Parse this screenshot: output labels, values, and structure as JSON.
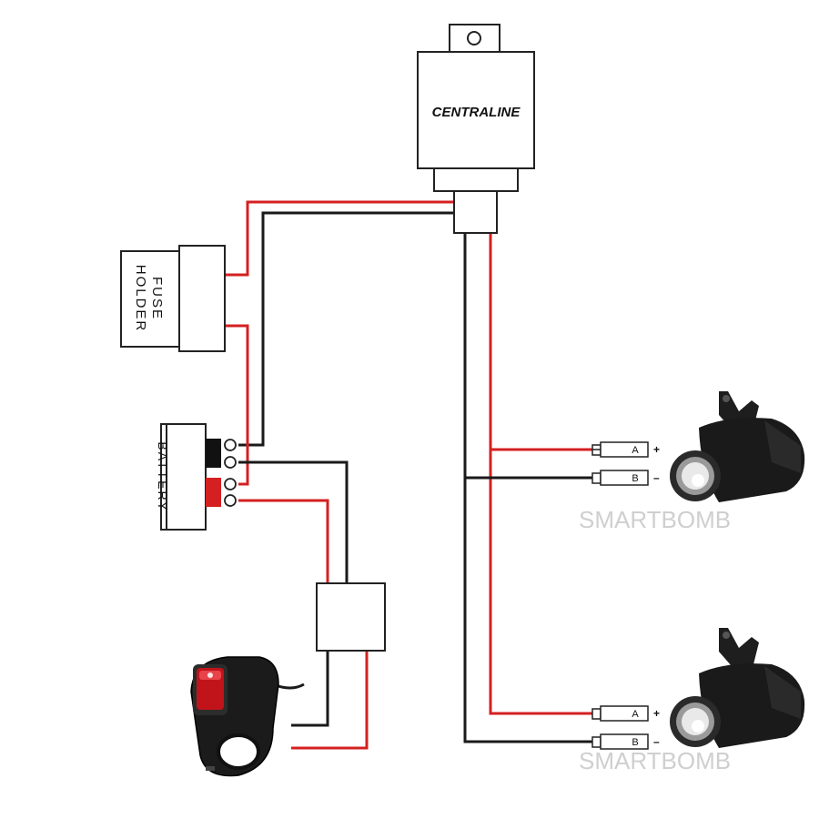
{
  "diagram": {
    "centraline_label": "CENTRALINE",
    "fuse_holder_label_line1": "FUSE",
    "fuse_holder_label_line2": "HOLDER",
    "battery_label": "BATTERY",
    "light_top": {
      "terminal_a": "A",
      "terminal_b": "B",
      "sign_plus": "+",
      "sign_minus": "–"
    },
    "light_bottom": {
      "terminal_a": "A",
      "terminal_b": "B",
      "sign_plus": "+",
      "sign_minus": "–"
    },
    "watermark_top": "SMARTBOMB",
    "watermark_bottom": "SMARTBOMB",
    "colors": {
      "positive_wire": "#d42020",
      "negative_wire": "#1a1a1a",
      "switch_lamp": "#c0141a"
    },
    "icons": [
      "relay-box",
      "fuse-holder",
      "battery",
      "rocker-switch-icon",
      "fog-light-icon"
    ]
  }
}
